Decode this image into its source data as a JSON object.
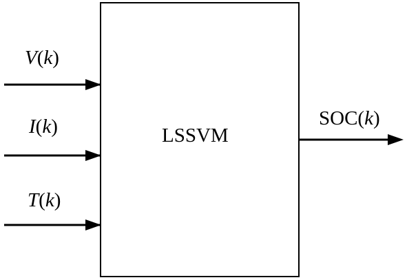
{
  "block": {
    "label": "LSSVM"
  },
  "inputs": [
    {
      "name": "V",
      "arg": "k"
    },
    {
      "name": "I",
      "arg": "k"
    },
    {
      "name": "T",
      "arg": "k"
    }
  ],
  "output": {
    "name": "SOC",
    "arg": "k"
  },
  "colors": {
    "stroke": "#000000",
    "background": "#ffffff"
  }
}
